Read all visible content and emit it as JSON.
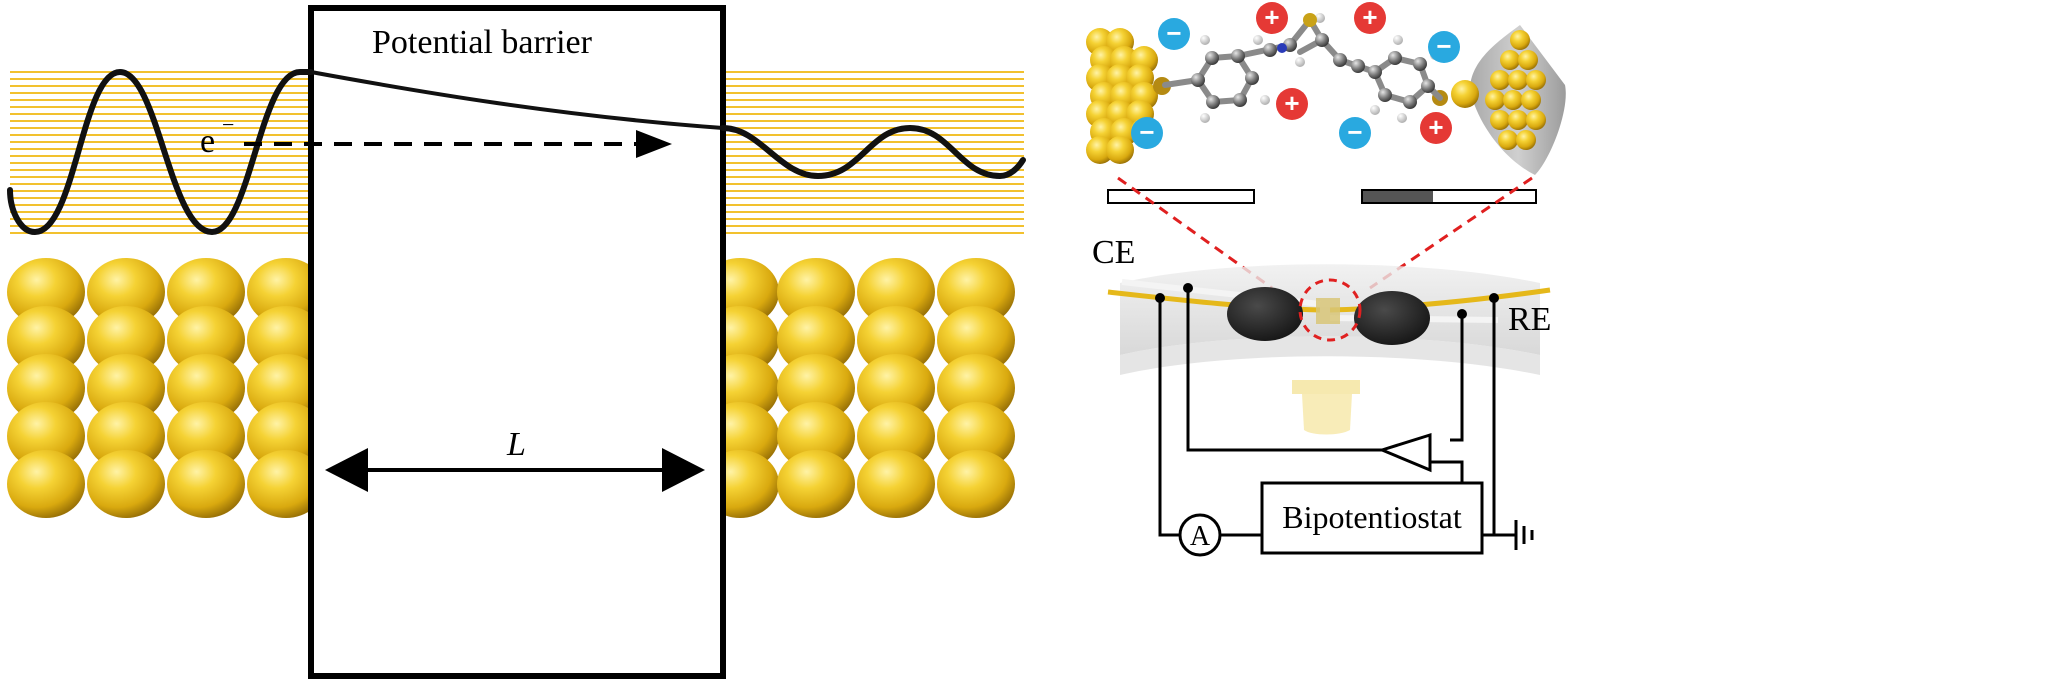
{
  "left_panel": {
    "barrier_label": "Potential barrier",
    "electron_label": "e",
    "electron_superscript": "−",
    "width_label": "L"
  },
  "right_panel": {
    "ce_label": "CE",
    "re_label": "RE",
    "ammeter_label": "A",
    "instrument_label": "Bipotentiostat",
    "charge_positive": "+",
    "charge_negative": "−"
  },
  "colors": {
    "gold": "#e5b81a",
    "line_gold": "#f2c12e",
    "wave": "#111111",
    "positive_ion": "#e53935",
    "negative_ion": "#29a9e0",
    "dashed_red": "#e02020"
  }
}
